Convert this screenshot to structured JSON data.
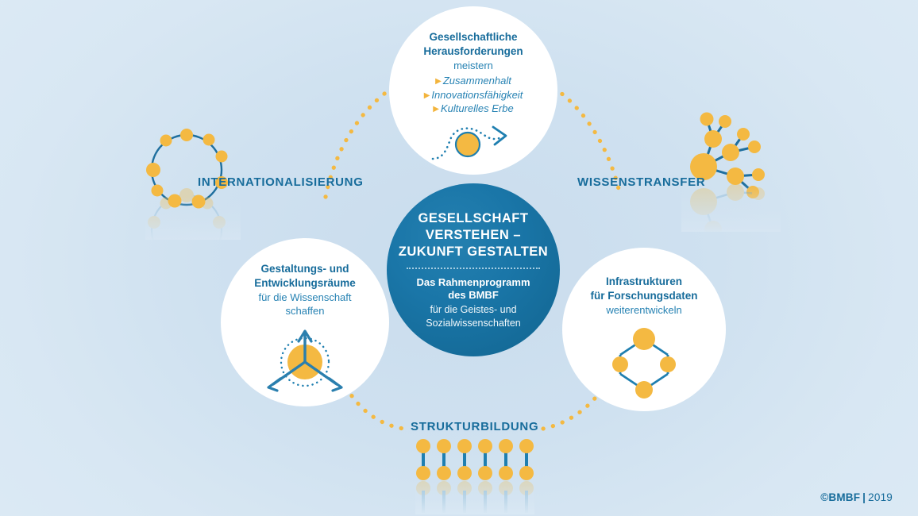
{
  "meta": {
    "background_color": "#d8e7f3",
    "accent_blue": "#176c9b",
    "accent_orange": "#f4b942",
    "center_blue": "#1a76a8"
  },
  "center": {
    "title_line1": "GESELLSCHAFT",
    "title_line2": "VERSTEHEN –",
    "title_line3": "ZUKUNFT GESTALTEN",
    "sub_line1": "Das Rahmenprogramm",
    "sub_line2": "des BMBF",
    "sub_line3": "für die Geistes- und",
    "sub_line4": "Sozialwissenschaften"
  },
  "nodes": {
    "top": {
      "title_line1": "Gesellschaftliche",
      "title_line2": "Herausforderungen",
      "sub_line1": "meistern",
      "bullets": [
        "Zusammenhalt",
        "Innovationsfähigkeit",
        "Kulturelles Erbe"
      ],
      "bullet_mark": "▶",
      "icon": "arrow-around-circle-icon"
    },
    "left": {
      "title_line1": "Gestaltungs- und",
      "title_line2": "Entwicklungsräume",
      "sub_line1": "für die Wissenschaft",
      "sub_line2": "schaffen",
      "icon": "three-arrows-radiating-icon"
    },
    "right": {
      "title_line1": "Infrastrukturen",
      "title_line2": "für Forschungsdaten",
      "sub_line1": "weiterentwickeln",
      "icon": "hexagon-node-network-icon"
    }
  },
  "ring_labels": {
    "internationalisierung": "INTERNATIONALISIERUNG",
    "wissenstransfer": "WISSENSTRANSFER",
    "strukturbildung": "STRUKTURBILDUNG"
  },
  "ring_icons": {
    "internationalisierung": "globe-dot-ring-icon",
    "wissenstransfer": "network-tree-icon",
    "strukturbildung": "paired-dots-columns-icon"
  },
  "credit": {
    "symbol": "©",
    "org": "BMBF",
    "separator": "|",
    "year": "2019"
  }
}
